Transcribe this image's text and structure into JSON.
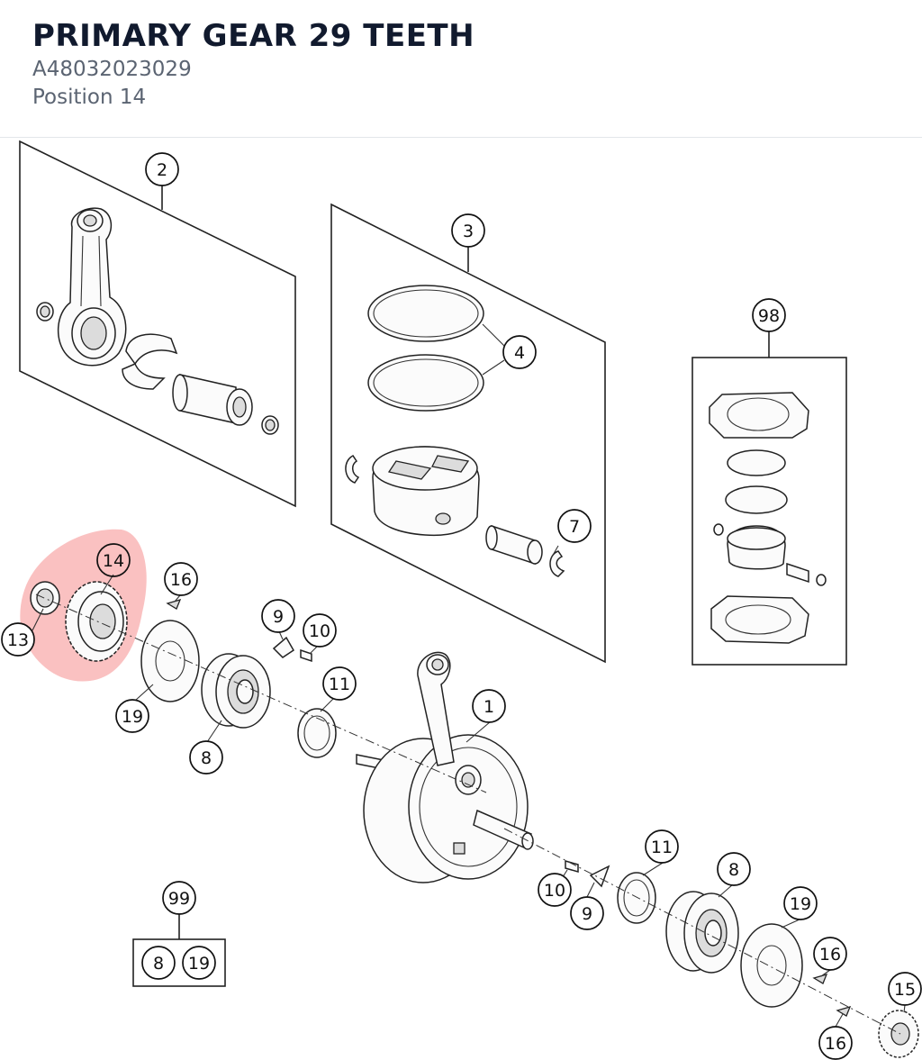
{
  "part": {
    "name": "PRIMARY GEAR 29 TEETH",
    "number": "A48032023029",
    "position_label": "Position 14"
  },
  "highlight_color": "#f26b6b",
  "callouts": {
    "c2": "2",
    "c3": "3",
    "c4": "4",
    "c98": "98",
    "c7": "7",
    "c14": "14",
    "c16a": "16",
    "c13": "13",
    "c9a": "9",
    "c10a": "10",
    "c11a": "11",
    "c1": "1",
    "c19a": "19",
    "c8a": "8",
    "c11b": "11",
    "c8b": "8",
    "c19b": "19",
    "c10b": "10",
    "c9b": "9",
    "c16b": "16",
    "c15": "15",
    "c16c": "16",
    "c99": "99",
    "c99_8": "8",
    "c99_19": "19"
  }
}
